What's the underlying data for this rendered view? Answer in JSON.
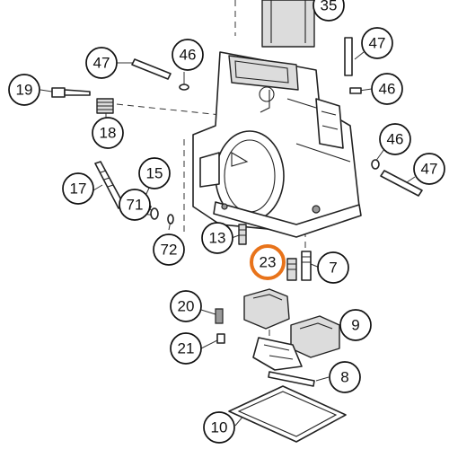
{
  "callouts": {
    "c35": "35",
    "c47a": "47",
    "c46a": "46",
    "c47b": "47",
    "c19": "19",
    "c46b": "46",
    "c18": "18",
    "c46c": "46",
    "c15": "15",
    "c47c": "47",
    "c17": "17",
    "c71": "71",
    "c72": "72",
    "c13": "13",
    "c23": "23",
    "c7": "7",
    "c20": "20",
    "c9": "9",
    "c21": "21",
    "c8": "8",
    "c10": "10"
  },
  "highlight": {
    "callout": "23",
    "color": "#e8731a"
  }
}
